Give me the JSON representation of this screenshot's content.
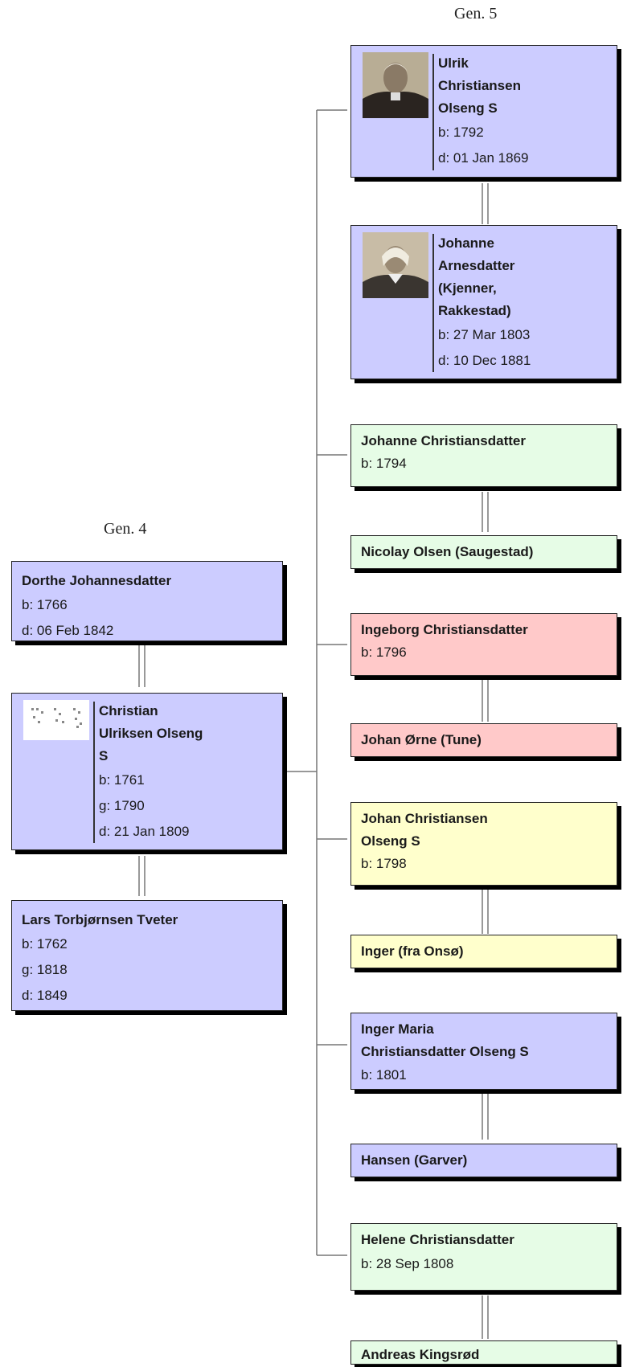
{
  "generations": {
    "gen5": "Gen. 5",
    "gen4": "Gen. 4"
  },
  "colors": {
    "blue": "#ccccff",
    "green": "#e6fce6",
    "red": "#ffc9c9",
    "yellow": "#ffffcc"
  },
  "gen4_people": {
    "dorthe": {
      "name": "Dorthe Johannesdatter",
      "b": "b: 1766",
      "d": "d: 06 Feb 1842"
    },
    "christian": {
      "name1": "Christian",
      "name2": "Ulriksen Olseng",
      "name3": "S",
      "b": "b: 1761",
      "g": "g: 1790",
      "d": "d: 21 Jan 1809"
    },
    "lars": {
      "name": "Lars Torbjørnsen Tveter",
      "b": "b: 1762",
      "g": "g: 1818",
      "d": "d: 1849"
    }
  },
  "gen5_people": {
    "ulrik": {
      "name1": "Ulrik",
      "name2": "Christiansen",
      "name3": "Olseng S",
      "b": "b: 1792",
      "d": "d: 01 Jan 1869"
    },
    "johanne_a": {
      "name1": "Johanne",
      "name2": "Arnesdatter",
      "name3": "(Kjenner,",
      "name4": "Rakkestad)",
      "b": "b: 27 Mar 1803",
      "d": "d: 10 Dec 1881"
    },
    "johanne_c": {
      "name": "Johanne Christiansdatter",
      "b": "b: 1794"
    },
    "nicolay": {
      "name": "Nicolay Olsen (Saugestad)"
    },
    "ingeborg": {
      "name": "Ingeborg Christiansdatter",
      "b": "b: 1796"
    },
    "johan_orne": {
      "name": "Johan Ørne (Tune)"
    },
    "johan_c": {
      "name1": "Johan Christiansen",
      "name2": "Olseng S",
      "b": "b: 1798"
    },
    "inger_onso": {
      "name": "Inger (fra Onsø)"
    },
    "inger_maria": {
      "name1": "Inger Maria",
      "name2": "Christiansdatter Olseng S",
      "b": "b: 1801"
    },
    "hansen": {
      "name": "Hansen (Garver)"
    },
    "helene": {
      "name": "Helene Christiansdatter",
      "b": "b: 28 Sep 1808"
    },
    "andreas": {
      "name": "Andreas Kingsrød"
    }
  }
}
